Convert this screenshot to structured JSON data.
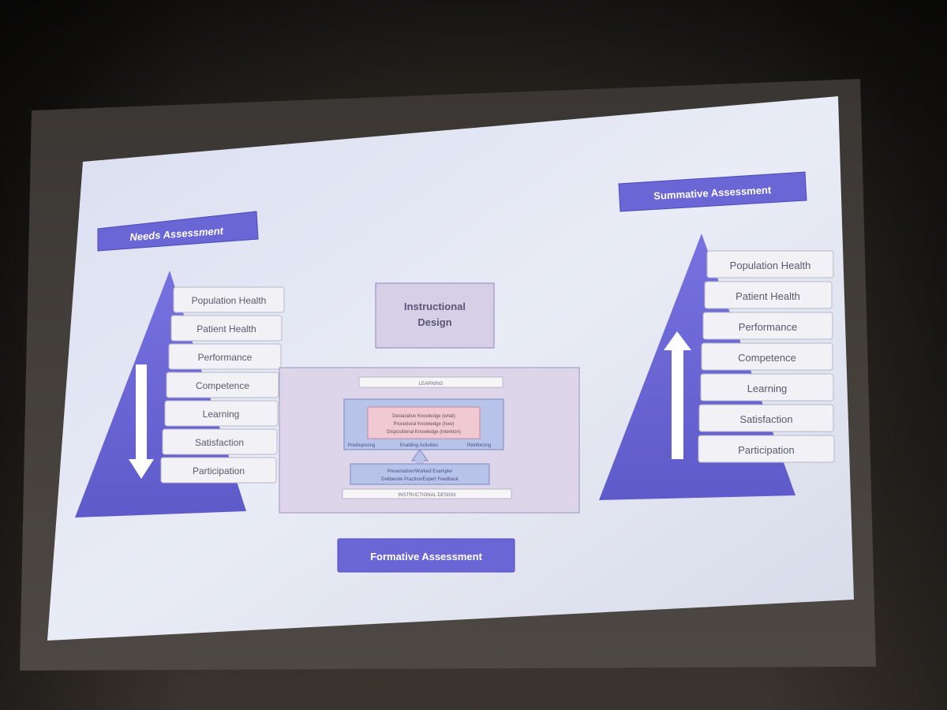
{
  "slide": {
    "needs_assessment": "Needs Assessment",
    "summative_assessment": "Summative Assessment",
    "formative_assessment": "Formative Assessment",
    "instructional_design_title_line1": "Instructional",
    "instructional_design_title_line2": "Design",
    "left_pyramid_levels": [
      "Population Health",
      "Patient Health",
      "Performance",
      "Competence",
      "Learning",
      "Satisfaction",
      "Participation"
    ],
    "right_pyramid_levels": [
      "Population Health",
      "Patient Health",
      "Performance",
      "Competence",
      "Learning",
      "Satisfaction",
      "Participation"
    ],
    "diagram": {
      "top_bar": "LEARNING",
      "bottom_bar": "INSTRUCTIONAL DESIGN",
      "knowledge_lines": [
        "Declarative Knowledge (what)",
        "Procedural Knowledge (how)",
        "Dispositional Knowledge (intention)"
      ],
      "columns": [
        "Predisposing",
        "Enabling Activities",
        "Reinforcing"
      ],
      "methods_lines": [
        "Presentation/Worked Example/",
        "Deliberate Practice/Expert Feedback"
      ]
    },
    "colors": {
      "accent": "#6b66d6",
      "pyramid": "#6e69d8",
      "slide_bg": "#e4e8f4"
    }
  }
}
